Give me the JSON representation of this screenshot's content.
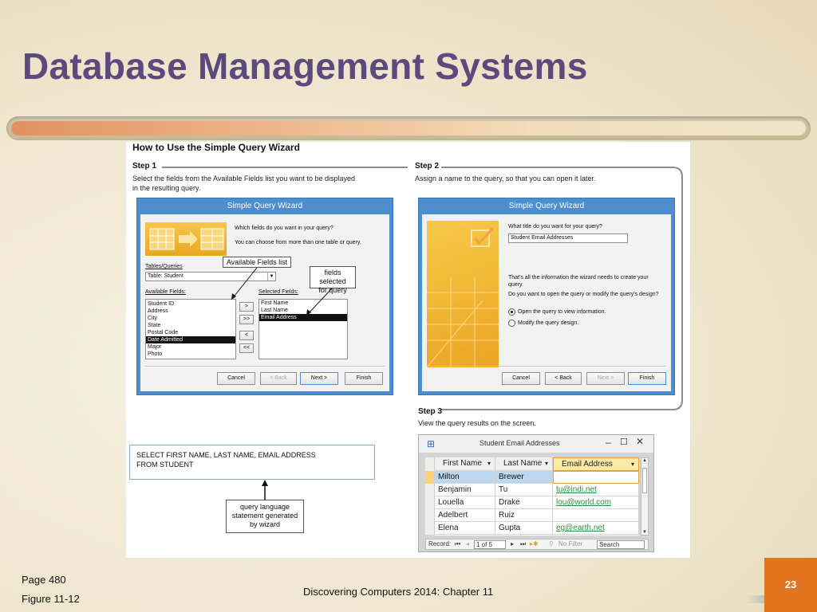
{
  "slide": {
    "title": "Database Management Systems",
    "page_ref": "Page 480",
    "figure_ref": "Figure 11-12",
    "footer": "Discovering Computers 2014: Chapter 11",
    "page_number": "23"
  },
  "figure": {
    "title": "How to Use the Simple Query Wizard",
    "step1": {
      "heading": "Step 1",
      "text1": "Select the fields from the Available Fields list you want to be displayed",
      "text2": "in the resulting query."
    },
    "step2": {
      "heading": "Step 2",
      "text": "Assign a name to the query, so that you can open it later."
    },
    "step3": {
      "heading": "Step 3",
      "text": "View the query results on the screen."
    },
    "wizard1": {
      "title": "Simple Query Wizard",
      "prompt1": "Which fields do you want in your query?",
      "prompt2": "You can choose from more than one table or query.",
      "tables_label": "Tables/Queries",
      "table_value": "Table: Student",
      "available_label": "Available Fields:",
      "selected_label": "Selected Fields:",
      "available_fields": [
        "Student ID",
        "Address",
        "City",
        "State",
        "Postal Code",
        "Date Admitted",
        "Major",
        "Photo"
      ],
      "selected_fields": [
        "First Name",
        "Last Name",
        "Email Address"
      ],
      "move_buttons": [
        ">",
        ">>",
        "<",
        "<<"
      ],
      "cancel": "Cancel",
      "back": "< Back",
      "next": "Next >",
      "finish": "Finish"
    },
    "callouts": {
      "available": "Available Fields list",
      "selected1": "fields selected",
      "selected2": "for query",
      "sql1": "query language",
      "sql2": "statement generated",
      "sql3": "by wizard"
    },
    "wizard2": {
      "title": "Simple Query Wizard",
      "question": "What title do you want for your query?",
      "query_name": "Student Email Addresses",
      "info1": "That's all the information the wizard needs to create your",
      "info2": "query.",
      "info3": "Do you want to open the query or modify the query's design?",
      "option_open": "Open the query to view information.",
      "option_modify": "Modify the query design.",
      "cancel": "Cancel",
      "back": "< Back",
      "next": "Next >",
      "finish": "Finish"
    },
    "sql": {
      "line1": "SELECT FIRST NAME, LAST NAME, EMAIL ADDRESS",
      "line2": "FROM STUDENT"
    },
    "datasheet": {
      "title": "Student Email Addresses",
      "columns": [
        "First Name",
        "Last Name",
        "Email Address"
      ],
      "rows": [
        [
          "Milton",
          "Brewer",
          ""
        ],
        [
          "Benjamin",
          "Tu",
          "tu@indi.net"
        ],
        [
          "Louella",
          "Drake",
          "lou@world.com"
        ],
        [
          "Adelbert",
          "Ruiz",
          ""
        ],
        [
          "Elena",
          "Gupta",
          "eg@earth.net"
        ]
      ],
      "record_label": "Record:",
      "record_value": "1 of 5",
      "no_filter": "No Filter",
      "search": "Search"
    }
  },
  "colors": {
    "title": "#5d4a7c",
    "accent": "#e2731f",
    "wizard_blue": "#4d8ecf",
    "link_green": "#2e8b3c"
  }
}
